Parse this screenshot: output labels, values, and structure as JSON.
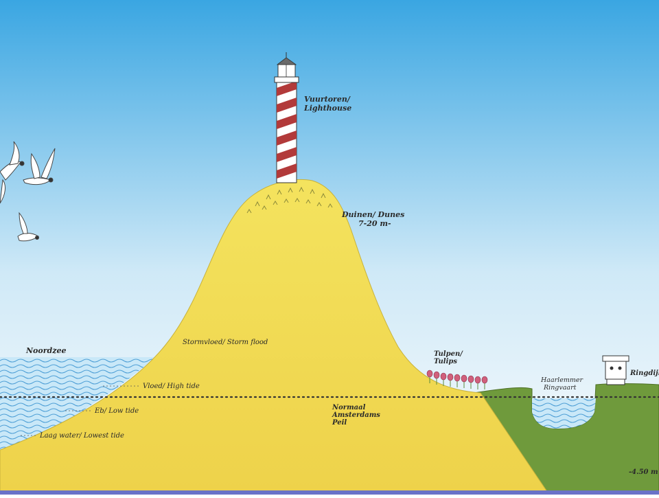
{
  "labels": {
    "lighthouse_line1": "Vuurtoren/",
    "lighthouse_line2": "Lighthouse",
    "dunes_line1": "Duinen/ Dunes",
    "dunes_line2": "7-20 m-",
    "north_sea": "Noordzee",
    "storm_flood": "Stormvloed/ Storm flood",
    "high_tide": "Vloed/ High tide",
    "low_tide": "Eb/ Low tide",
    "lowest_tide": "Laag water/ Lowest tide",
    "nap_line1": "Normaal",
    "nap_line2": "Amsterdams",
    "nap_line3": "Peil",
    "tulips_line1": "Tulpen/",
    "tulips_line2": "Tulips",
    "ringvaart_line1": "Haarlemmer",
    "ringvaart_line2": "Ringvaart",
    "ringdijk": "Ringdijk",
    "depth": "-4.50 m"
  },
  "colors": {
    "sky_top": "#3aa6e2",
    "sky_bottom": "#fbfcfd",
    "sand": "#f1dc50",
    "sand_edge": "#c7b13a",
    "polder_green": "#6f9a3c",
    "sea": "#bfe3f6",
    "sea_wave": "#4e9fd6",
    "lighthouse_red": "#b23a3a",
    "lighthouse_white": "#ffffff",
    "tulip": "#d0607c",
    "bottom_border": "#6a72c8"
  }
}
